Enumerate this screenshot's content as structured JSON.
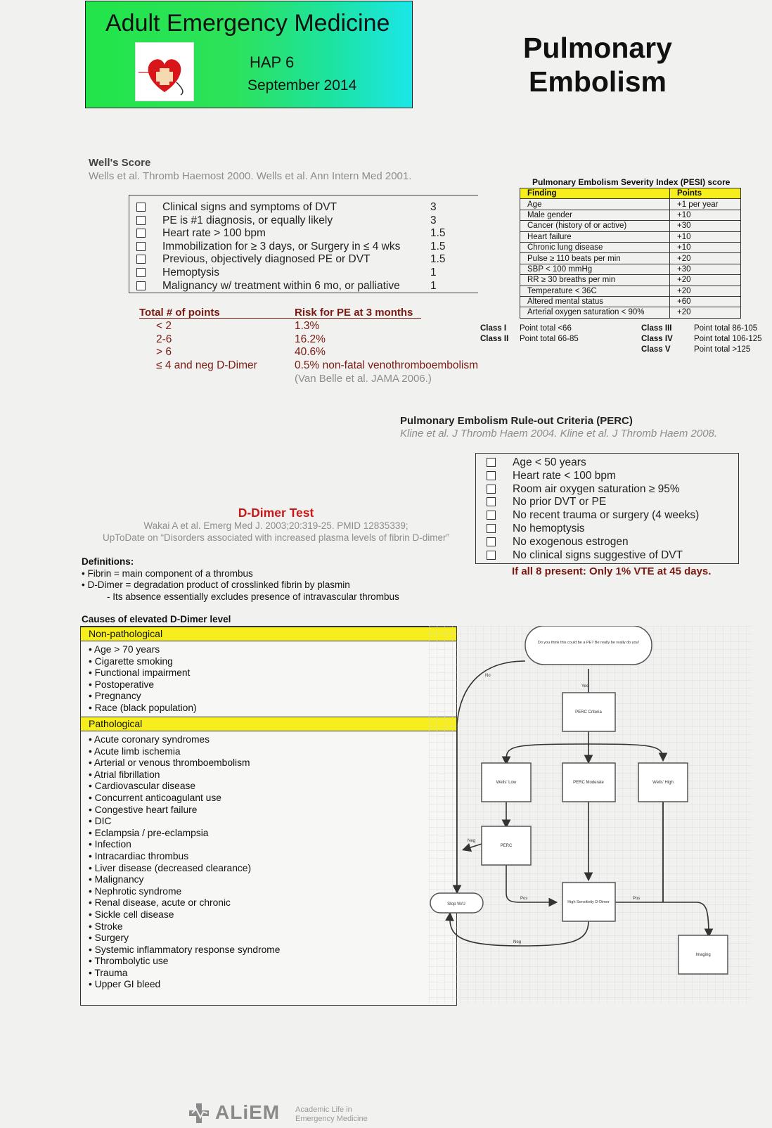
{
  "header": {
    "org": "Adult Emergency Medicine",
    "code": "HAP 6",
    "date": "September 2014",
    "title_line1": "Pulmonary",
    "title_line2": "Embolism"
  },
  "wells": {
    "heading": "Well's Score",
    "citation": "Wells et al. Thromb Haemost 2000.  Wells et al. Ann Intern Med 2001.",
    "items": [
      {
        "label": "Clinical signs and symptoms of DVT",
        "points": "3"
      },
      {
        "label": "PE is #1 diagnosis, or equally likely",
        "points": "3"
      },
      {
        "label": "Heart rate > 100 bpm",
        "points": "1.5"
      },
      {
        "label": "Immobilization for ≥ 3 days, or Surgery in ≤ 4 wks",
        "points": "1.5"
      },
      {
        "label": "Previous, objectively diagnosed PE or DVT",
        "points": "1.5"
      },
      {
        "label": "Hemoptysis",
        "points": "1"
      },
      {
        "label": "Malignancy w/ treatment within 6 mo, or palliative",
        "points": "1"
      }
    ],
    "risk_header_total": "Total # of points",
    "risk_header_risk": "Risk for PE at 3 months",
    "risk_rows": [
      {
        "total": "< 2",
        "risk": "1.3%"
      },
      {
        "total": "2-6",
        "risk": "16.2%"
      },
      {
        "total": "> 6",
        "risk": "40.6%"
      },
      {
        "total": "≤ 4 and neg D-Dimer",
        "risk": "0.5% non-fatal venothromboembolism"
      }
    ],
    "risk_citation": "(Van Belle et al. JAMA 2006.)"
  },
  "pesi": {
    "title": "Pulmonary Embolism Severity Index (PESI) score",
    "col_finding": "Finding",
    "col_points": "Points",
    "rows": [
      {
        "finding": "Age",
        "points": "+1 per year"
      },
      {
        "finding": "Male gender",
        "points": "+10"
      },
      {
        "finding": "Cancer (history of or active)",
        "points": "+30"
      },
      {
        "finding": "Heart failure",
        "points": "+10"
      },
      {
        "finding": "Chronic lung disease",
        "points": "+10"
      },
      {
        "finding": "Pulse ≥ 110 beats per min",
        "points": "+20"
      },
      {
        "finding": "SBP < 100 mmHg",
        "points": "+30"
      },
      {
        "finding": "RR ≥ 30 breaths per min",
        "points": "+20"
      },
      {
        "finding": "Temperature < 36C",
        "points": "+20"
      },
      {
        "finding": "Altered mental status",
        "points": "+60"
      },
      {
        "finding": "Arterial oxygen saturation < 90%",
        "points": "+20"
      }
    ],
    "classes": [
      {
        "name": "Class I",
        "range": "Point total <66"
      },
      {
        "name": "Class II",
        "range": "Point total 66-85"
      },
      {
        "name": "Class III",
        "range": "Point total 86-105"
      },
      {
        "name": "Class IV",
        "range": "Point total 106-125"
      },
      {
        "name": "Class V",
        "range": "Point total >125"
      }
    ]
  },
  "perc": {
    "heading": "Pulmonary Embolism Rule-out Criteria (PERC)",
    "citation": "Kline et al. J Thromb Haem 2004. Kline et al. J Thromb Haem 2008.",
    "items": [
      "Age < 50 years",
      "Heart rate < 100 bpm",
      "Room air oxygen saturation ≥ 95%",
      "No prior DVT or PE",
      "No recent trauma or surgery (4 weeks)",
      "No hemoptysis",
      "No exogenous estrogen",
      "No clinical signs suggestive of DVT"
    ],
    "footer": "If all 8 present: Only 1% VTE at 45 days."
  },
  "ddimer": {
    "title": "D-Dimer Test",
    "citation1": "Wakai A et al. Emerg Med J. 2003;20:319-25. PMID 12835339;",
    "citation2": "UpToDate on “Disorders associated with increased plasma levels of fibrin D-dimer”",
    "defs_heading": "Definitions:",
    "def1": "• Fibrin = main component of a thrombus",
    "def2": "• D-Dimer = degradation product of crosslinked fibrin by plasmin",
    "def3": "- Its absence essentially excludes presence of intravascular thrombus",
    "causes_heading": "Causes of elevated D-Dimer level",
    "nonpath_label": "Non-pathological",
    "nonpath": [
      "• Age > 70 years",
      "• Cigarette smoking",
      "• Functional impairment",
      "• Postoperative",
      "• Pregnancy",
      "• Race (black population)"
    ],
    "path_label": "Pathological",
    "path": [
      "• Acute coronary syndromes",
      "• Acute limb ischemia",
      "• Arterial or venous thromboembolism",
      "• Atrial fibrillation",
      "• Cardiovascular disease",
      "• Concurrent anticoagulant use",
      "• Congestive heart failure",
      "• DIC",
      "• Eclampsia / pre-eclampsia",
      "• Infection",
      "• Intracardiac thrombus",
      "• Liver disease (decreased clearance)",
      "• Malignancy",
      "• Nephrotic syndrome",
      "• Renal disease, acute or chronic",
      "• Sickle cell disease",
      "• Stroke",
      "• Surgery",
      "• Systemic inflammatory response syndrome",
      "• Thrombolytic use",
      "• Trauma",
      "• Upper GI bleed"
    ]
  },
  "flowchart": {
    "start": "Do you think this could be a PE? Be really be really do you!",
    "perc_criteria": "PERC Criteria",
    "wells_low": "Wells' Low",
    "perc_moderate": "PERC Moderate",
    "wells_high": "Wells' High",
    "perc": "PERC",
    "stop": "Stop W/U",
    "high_sens": "High Sensitivity D-Dimer",
    "imaging": "Imaging",
    "lbl_no": "No",
    "lbl_yes": "Yes",
    "lbl_neg": "Neg",
    "lbl_pos": "Pos"
  },
  "footer": {
    "brand": "ALiEM",
    "tagline1": "Academic Life in",
    "tagline2": "Emergency Medicine"
  },
  "colors": {
    "header_green": "#22e44a",
    "header_cyan": "#1be6e8",
    "highlight_yellow": "#f7ee1d",
    "ddimer_red": "#c91818",
    "dark_red": "#7a1a12"
  }
}
